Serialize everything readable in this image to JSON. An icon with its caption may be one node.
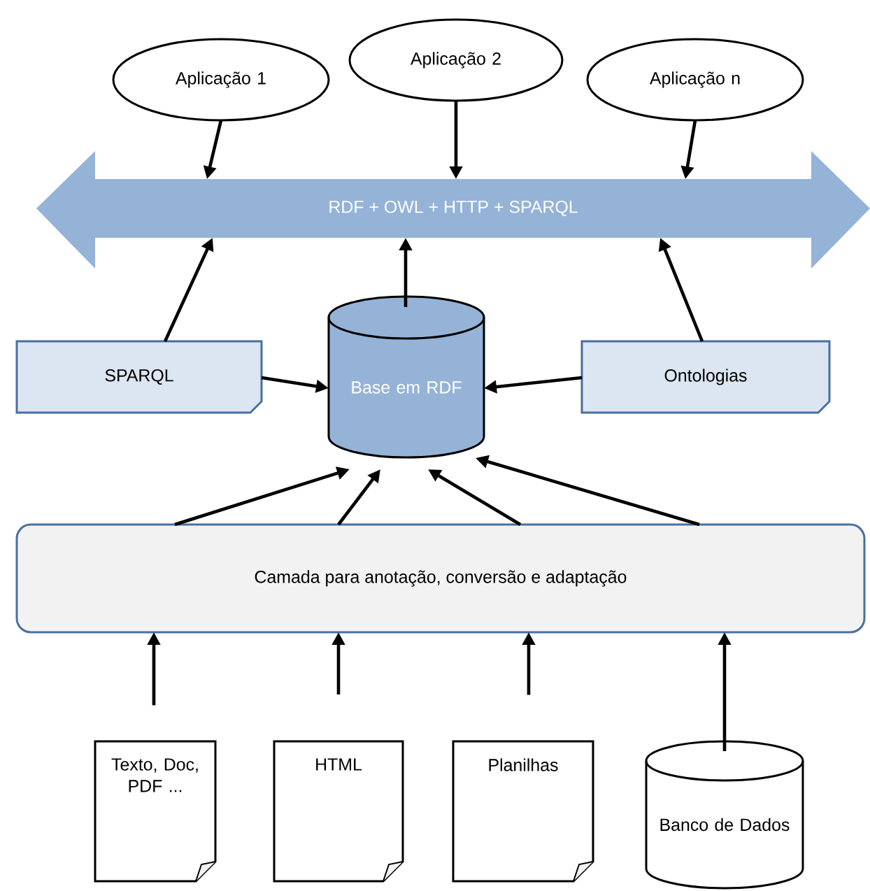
{
  "diagram": {
    "nodes": [
      {
        "text": [
          "Aplicação 1"
        ]
      },
      {
        "text": [
          "Aplicação 2"
        ]
      },
      {
        "text": [
          "Aplicação n"
        ]
      },
      {
        "text": [
          "RDF + OWL + HTTP + SPARQL"
        ]
      },
      {
        "text": [
          "SPARQL"
        ]
      },
      {
        "text": [
          "Base em RDF"
        ]
      },
      {
        "text": [
          "Ontologias"
        ]
      },
      {
        "text": [
          "Camada para anotação, conversão e adaptação"
        ]
      },
      {
        "text": [
          "Texto, Doc, PDF ..."
        ]
      },
      {
        "text": [
          "HTML"
        ]
      },
      {
        "text": [
          "Planilhas"
        ]
      },
      {
        "text": [
          "Banco de Dados"
        ]
      }
    ],
    "edges": [
      {
        "from": 0,
        "to": 3,
        "arrow": "to"
      },
      {
        "from": 1,
        "to": 3,
        "arrow": "to"
      },
      {
        "from": 2,
        "to": 3,
        "arrow": "to"
      },
      {
        "from": 4,
        "to": 3,
        "arrow": "to"
      },
      {
        "from": 5,
        "to": 3,
        "arrow": "to"
      },
      {
        "from": 6,
        "to": 3,
        "arrow": "to"
      },
      {
        "from": 4,
        "to": 5,
        "arrow": "to"
      },
      {
        "from": 6,
        "to": 5,
        "arrow": "to"
      },
      {
        "from": 7,
        "to": 5,
        "arrow": "to"
      },
      {
        "from": 7,
        "to": 5,
        "arrow": "to"
      },
      {
        "from": 7,
        "to": 5,
        "arrow": "to"
      },
      {
        "from": 7,
        "to": 5,
        "arrow": "to"
      },
      {
        "from": 8,
        "to": 7,
        "arrow": "to"
      },
      {
        "from": 9,
        "to": 7,
        "arrow": "to"
      },
      {
        "from": 10,
        "to": 7,
        "arrow": "to"
      },
      {
        "from": 11,
        "to": 7,
        "arrow": "to"
      }
    ]
  }
}
